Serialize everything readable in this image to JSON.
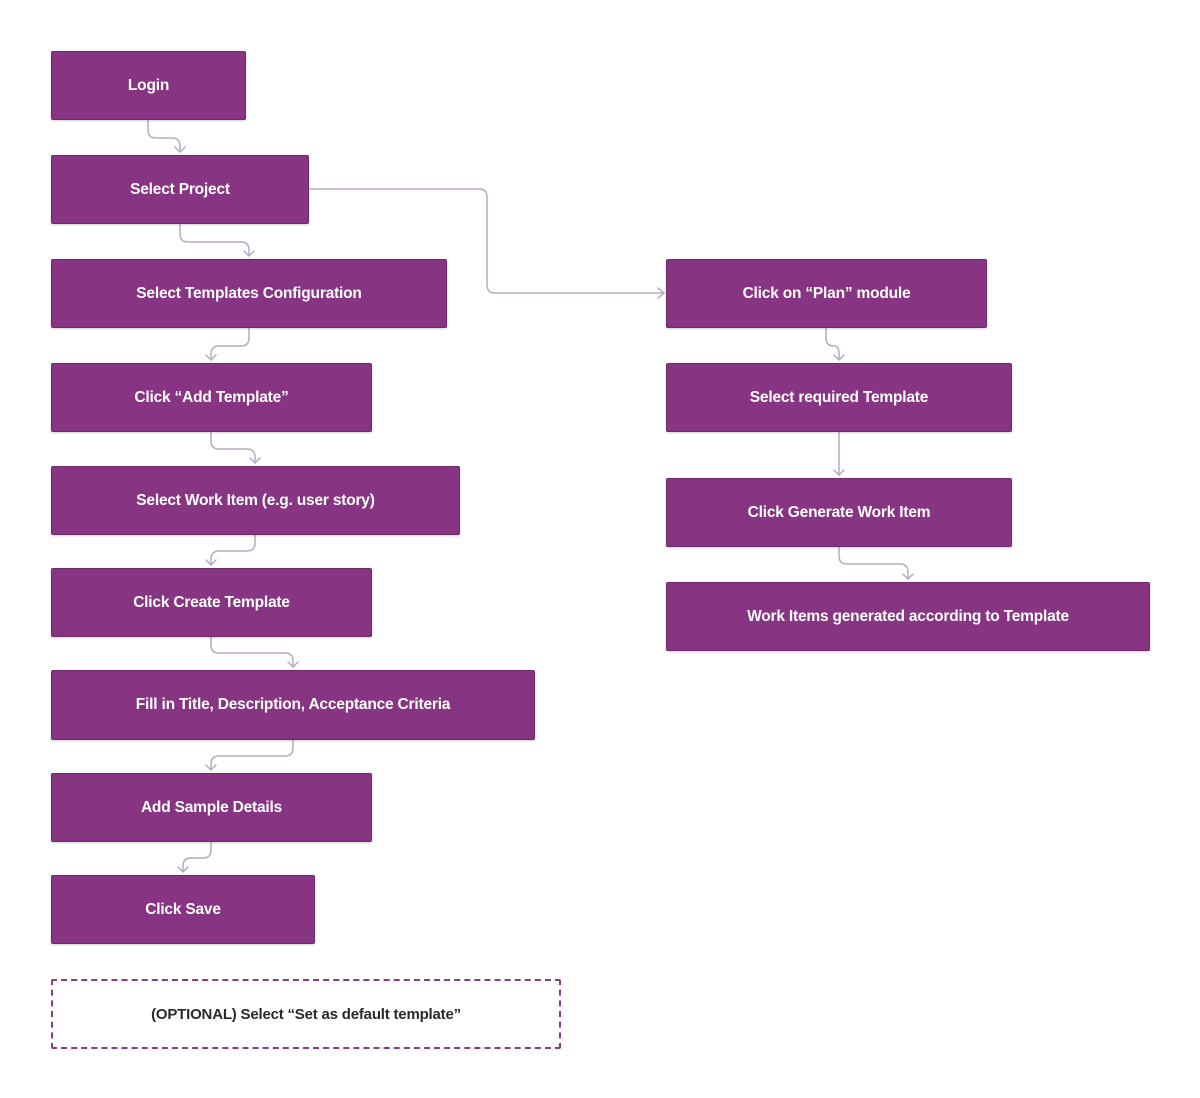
{
  "flow_left": {
    "login": "Login",
    "select_project": "Select Project",
    "select_templates_configuration": "Select Templates Configuration",
    "click_add_template": "Click “Add Template”",
    "select_work_item": "Select Work Item (e.g. user story)",
    "click_create_template": "Click Create Template",
    "fill_in_details": "Fill in Title, Description, Acceptance Criteria",
    "add_sample_details": "Add Sample Details",
    "click_save": "Click Save",
    "optional_default": "(OPTIONAL) Select “Set as default template”"
  },
  "flow_right": {
    "click_plan_module": "Click on “Plan” module",
    "select_required_template": "Select required Template",
    "click_generate_work_item": "Click Generate Work Item",
    "work_items_generated": "Work Items generated according to Template"
  },
  "colors": {
    "node_fill": "#873582",
    "node_text": "#ffffff",
    "connector": "#b9a9c2",
    "optional_border": "#8a3a84"
  }
}
